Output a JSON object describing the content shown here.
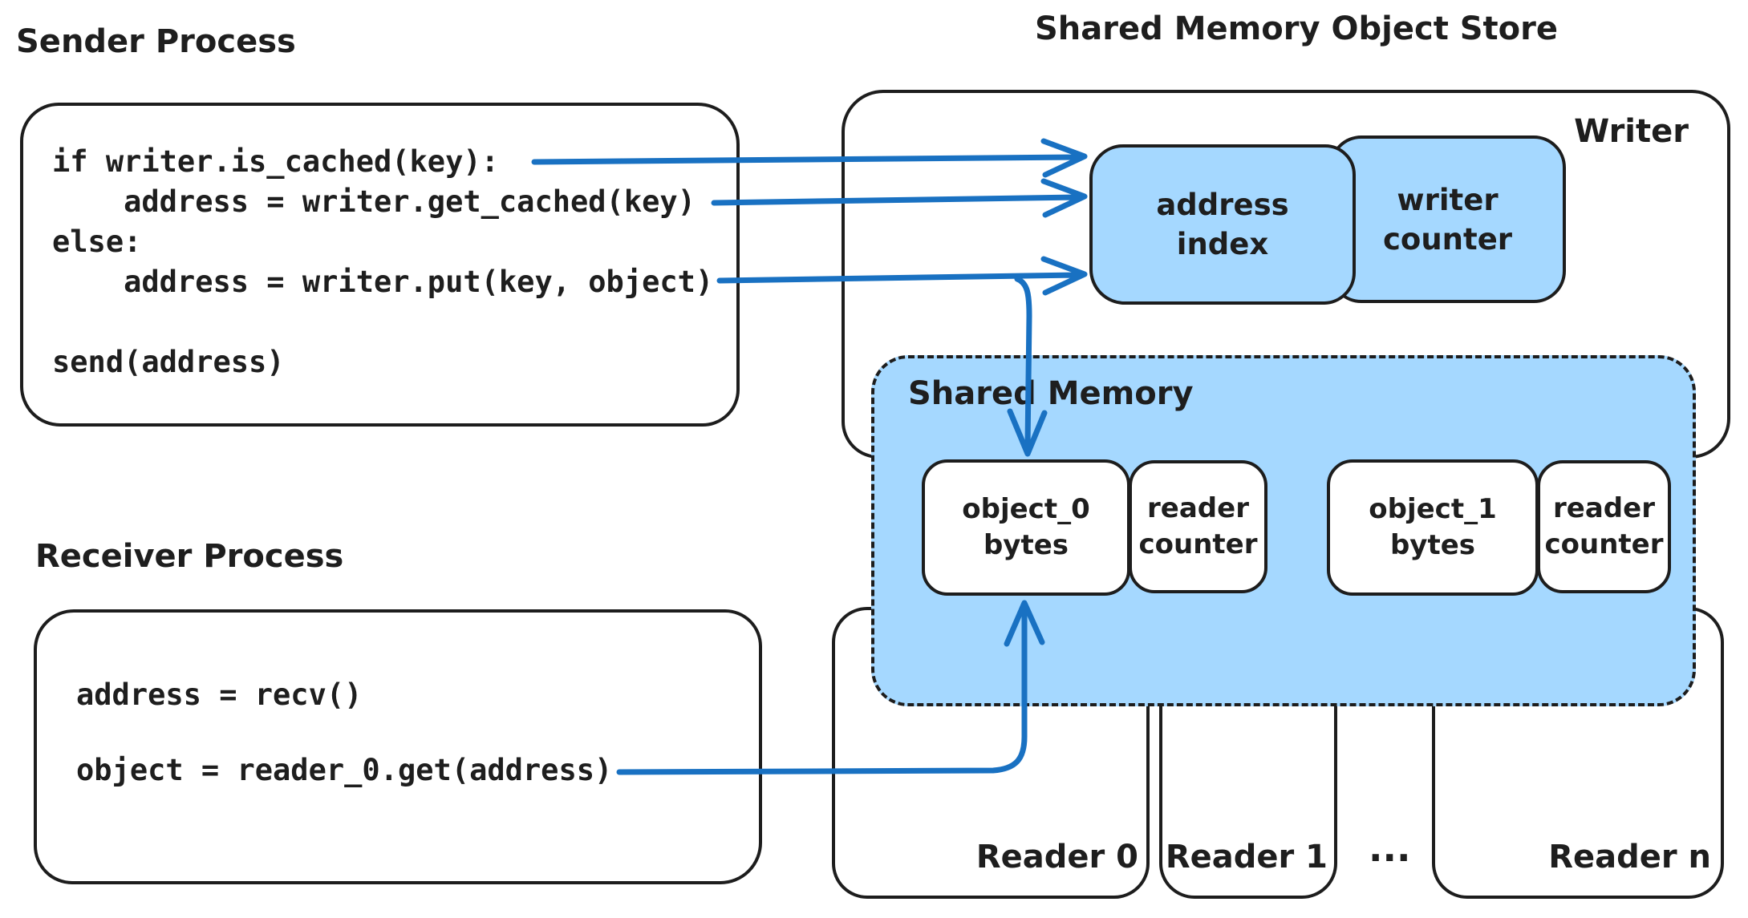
{
  "palette": {
    "ink": "#1e1e1e",
    "box_fill_blue": "#a5d8ff",
    "arrow_blue": "#1971c2",
    "background": "#ffffff"
  },
  "titles": {
    "sender": "Sender Process",
    "receiver": "Receiver Process",
    "store": "Shared Memory Object Store"
  },
  "sender": {
    "code": "if writer.is_cached(key):\n    address = writer.get_cached(key)\nelse:\n    address = writer.put(key, object)\n\nsend(address)"
  },
  "receiver": {
    "code": "address = recv()\n\nobject = reader_0.get(address)"
  },
  "store": {
    "writer_label": "Writer",
    "shared_memory_label": "Shared Memory",
    "address_index": {
      "line1": "address",
      "line2": "index"
    },
    "writer_counter": {
      "line1": "writer",
      "line2": "counter"
    },
    "object0": {
      "line1": "object_0",
      "line2": "bytes"
    },
    "object1": {
      "line1": "object_1",
      "line2": "bytes"
    },
    "reader_counter": {
      "line1": "reader",
      "line2": "counter"
    },
    "readers": {
      "reader0": "Reader 0",
      "reader1": "Reader 1",
      "ellipsis": "...",
      "reader_n": "Reader n"
    }
  }
}
